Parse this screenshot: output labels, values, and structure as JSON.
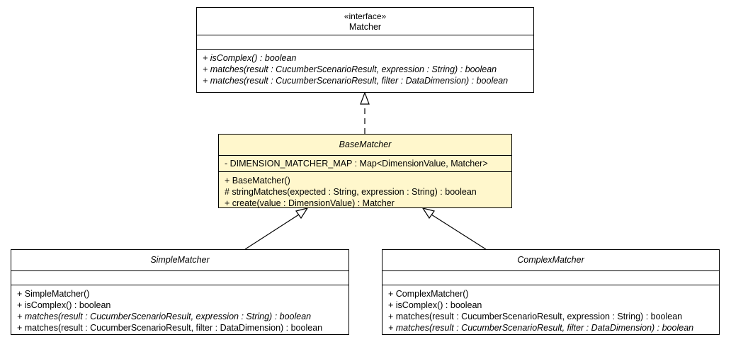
{
  "matcher": {
    "stereotype": "«interface»",
    "name": "Matcher",
    "methods": [
      {
        "text": "+ isComplex() : boolean",
        "abstract": true
      },
      {
        "text": "+ matches(result : CucumberScenarioResult, expression : String) : boolean",
        "abstract": true
      },
      {
        "text": "+ matches(result : CucumberScenarioResult, filter : DataDimension) : boolean",
        "abstract": true
      }
    ]
  },
  "base_matcher": {
    "name": "BaseMatcher",
    "abstract": true,
    "fields": [
      {
        "text": "- DIMENSION_MATCHER_MAP : Map<DimensionValue, Matcher>",
        "abstract": false
      }
    ],
    "methods": [
      {
        "text": "+ BaseMatcher()",
        "abstract": false
      },
      {
        "text": "# stringMatches(expected : String, expression : String) : boolean",
        "abstract": false
      },
      {
        "text": "+ create(value : DimensionValue) : Matcher",
        "abstract": false
      }
    ]
  },
  "simple_matcher": {
    "name": "SimpleMatcher",
    "abstract": true,
    "methods": [
      {
        "text": "+ SimpleMatcher()",
        "abstract": false
      },
      {
        "text": "+ isComplex() : boolean",
        "abstract": false
      },
      {
        "text": "+ matches(result : CucumberScenarioResult, expression : String) : boolean",
        "abstract": true
      },
      {
        "text": "+ matches(result : CucumberScenarioResult, filter : DataDimension) : boolean",
        "abstract": false
      }
    ]
  },
  "complex_matcher": {
    "name": "ComplexMatcher",
    "abstract": true,
    "methods": [
      {
        "text": "+ ComplexMatcher()",
        "abstract": false
      },
      {
        "text": "+ isComplex() : boolean",
        "abstract": false
      },
      {
        "text": "+ matches(result : CucumberScenarioResult, expression : String) : boolean",
        "abstract": false
      },
      {
        "text": "+ matches(result : CucumberScenarioResult, filter : DataDimension) : boolean",
        "abstract": true
      }
    ]
  },
  "colors": {
    "highlight_fill": "#fff7cc",
    "default_fill": "#ffffff",
    "stroke": "#000000"
  },
  "relations": [
    {
      "from": "base_matcher",
      "to": "matcher",
      "type": "realization"
    },
    {
      "from": "simple_matcher",
      "to": "base_matcher",
      "type": "generalization"
    },
    {
      "from": "complex_matcher",
      "to": "base_matcher",
      "type": "generalization"
    }
  ]
}
